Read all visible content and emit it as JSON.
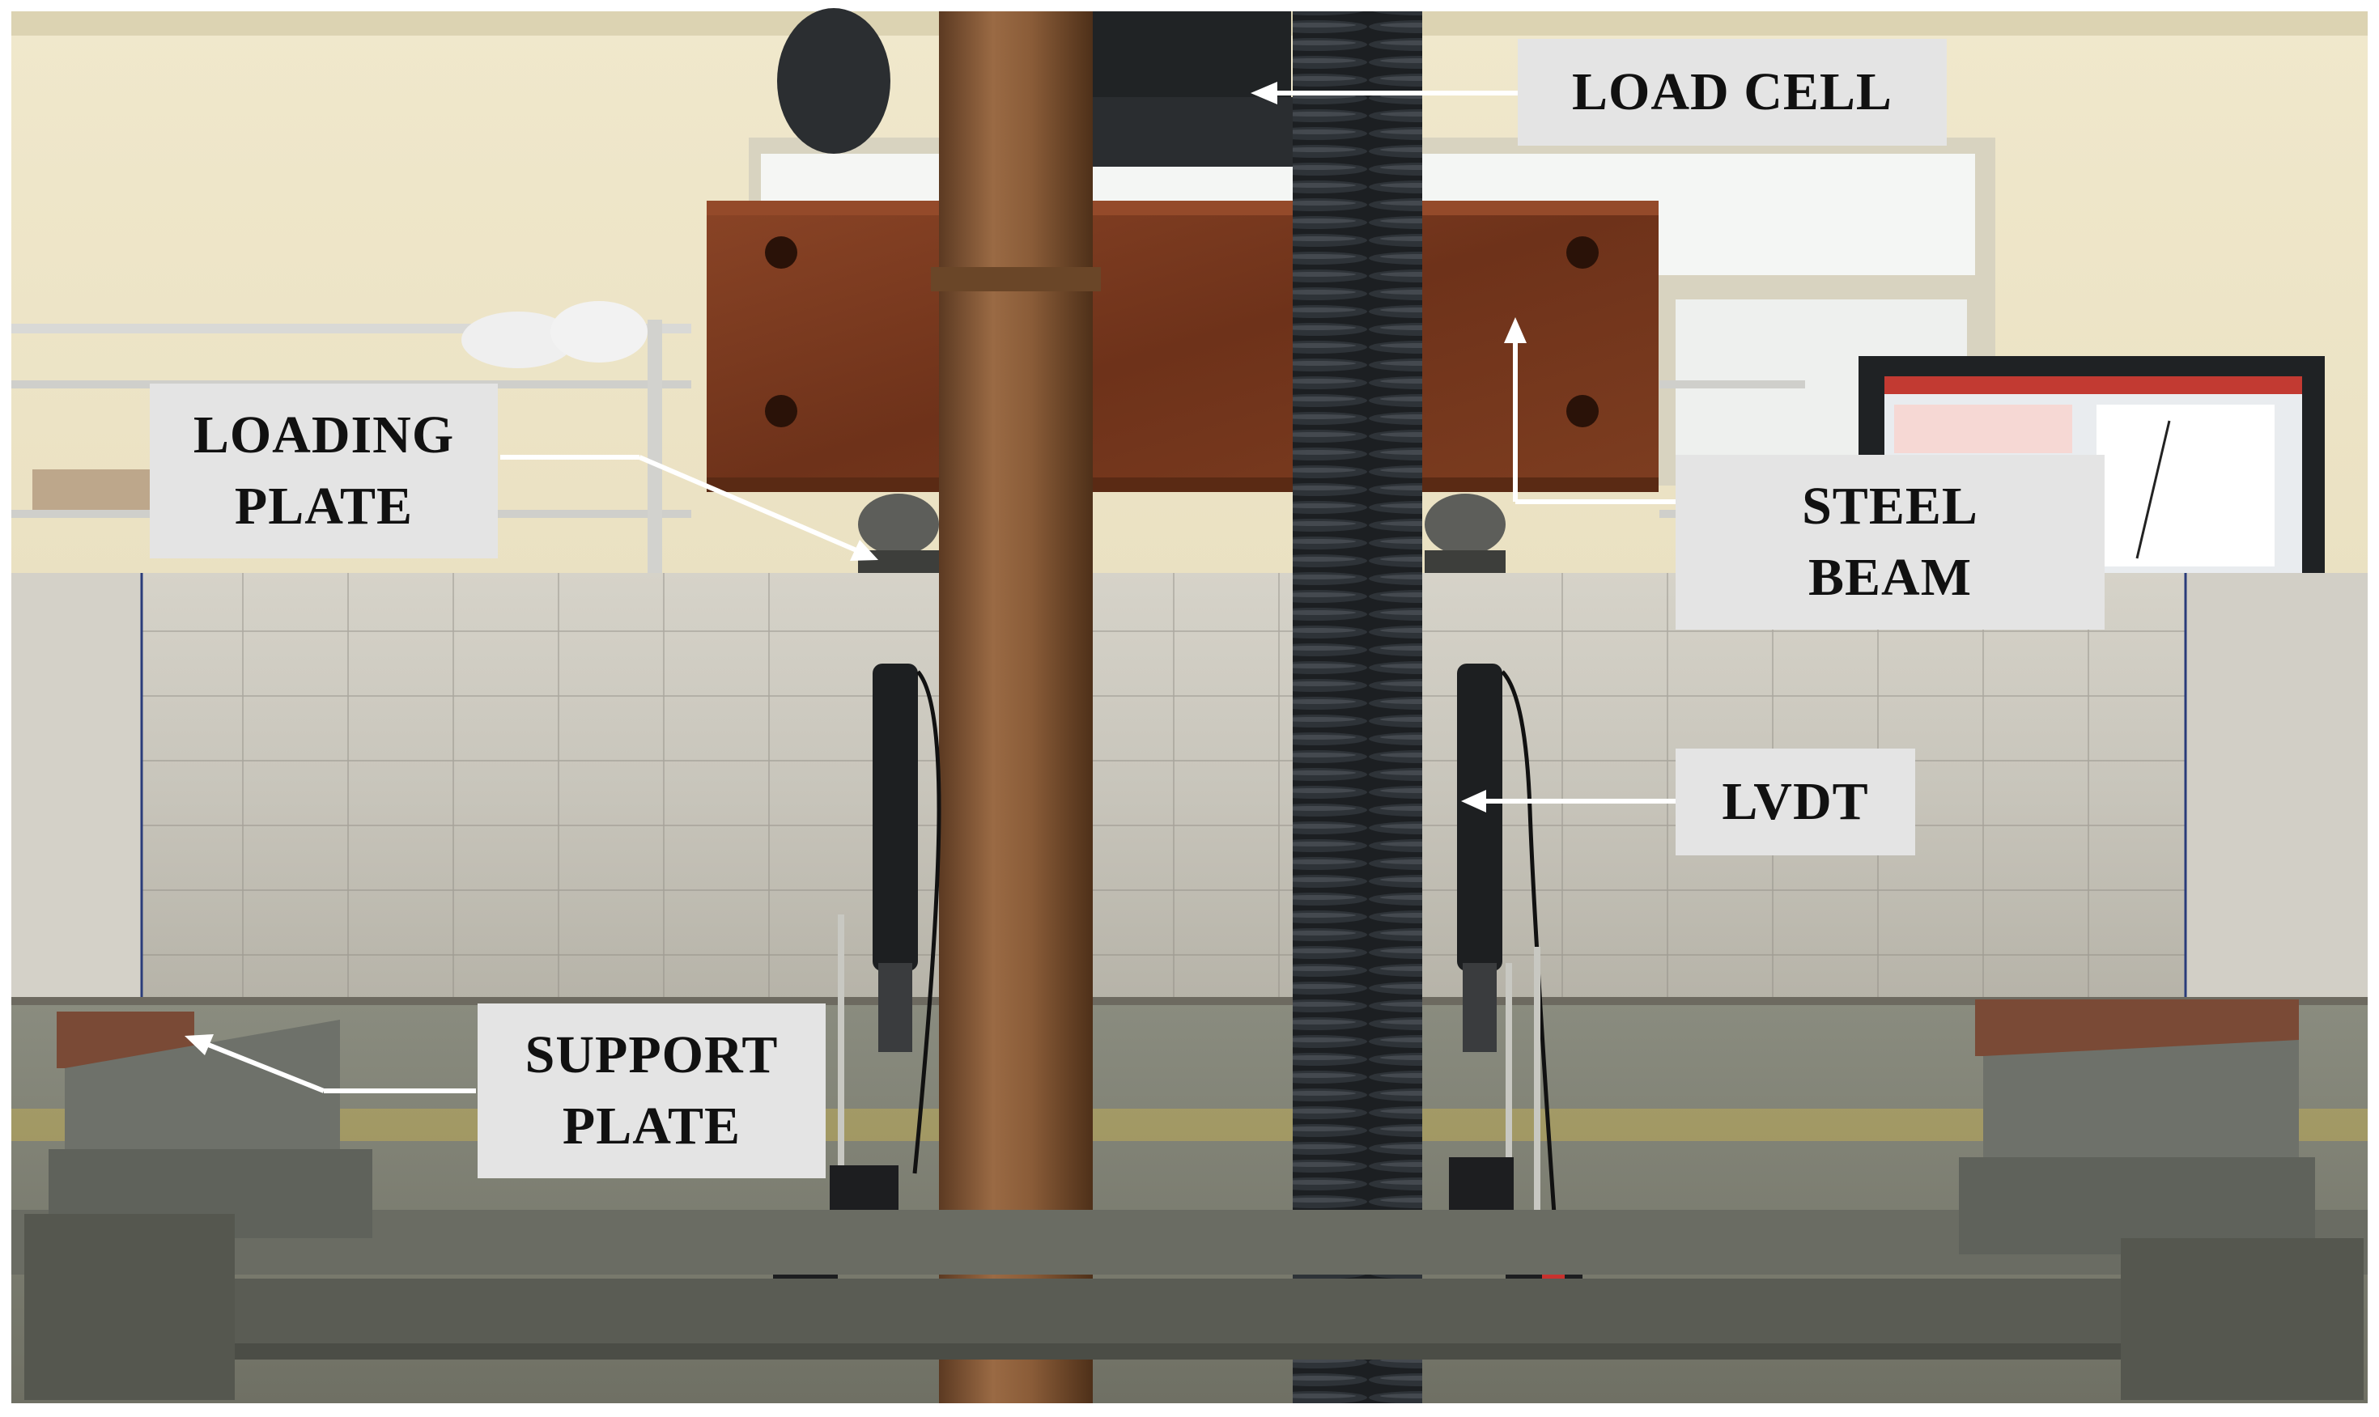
{
  "annotations": {
    "load_cell": "LOAD CELL",
    "loading_plate_line1": "LOADING",
    "loading_plate_line2": "PLATE",
    "steel_beam_line1": "STEEL",
    "steel_beam_line2": "BEAM",
    "lvdt": "LVDT",
    "support_plate_line1": "SUPPORT",
    "support_plate_line2": "PLATE"
  },
  "colors": {
    "label_background": "#e4e4e4",
    "arrow": "#ffffff",
    "concrete_beam": "#c9c6bc",
    "steel_beam": "#7a3b22",
    "background_wall": "#ece3c4"
  }
}
